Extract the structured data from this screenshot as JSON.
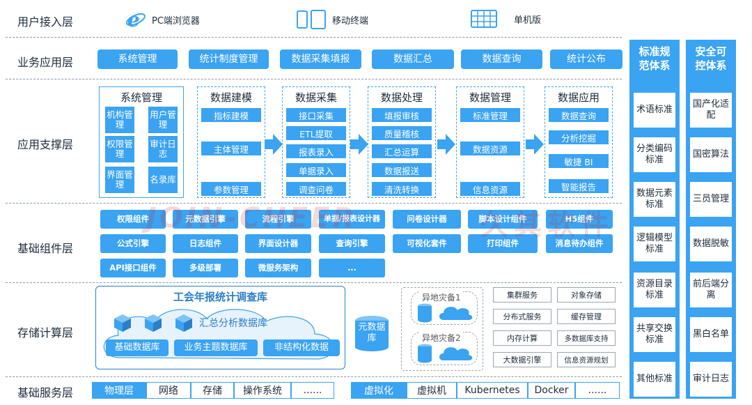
{
  "layers": {
    "access": "用户接入层",
    "business": "业务应用层",
    "support": "应用支撑层",
    "component": "基础组件层",
    "storage": "存储计算层",
    "base": "基础服务层"
  },
  "access_items": [
    {
      "icon": "ie-browser-icon",
      "label": "PC端浏览器"
    },
    {
      "icon": "mobile-icon",
      "label": "移动终端"
    },
    {
      "icon": "keyboard-icon",
      "label": "单机版"
    }
  ],
  "business_apps": [
    "系统管理",
    "统计制度管理",
    "数据采集填报",
    "数据汇总",
    "数据查询",
    "统计公布"
  ],
  "support": {
    "system": {
      "title": "系统管理",
      "cells": [
        "机构管理",
        "用户管理",
        "权限管理",
        "审计日志",
        "界面管理",
        "名录库"
      ]
    },
    "columns": [
      {
        "title": "数据建模",
        "items": [
          "指标建模",
          "主体管理",
          "参数管理"
        ]
      },
      {
        "title": "数据采集",
        "items": [
          "接口采集",
          "ETL提取",
          "报表录入",
          "单据录入",
          "调查问卷"
        ]
      },
      {
        "title": "数据处理",
        "items": [
          "填报审核",
          "质量稽核",
          "汇总运算",
          "数据报送",
          "清洗转换"
        ]
      },
      {
        "title": "数据管理",
        "items": [
          "标准管理",
          "数据资源",
          "信息资源"
        ]
      },
      {
        "title": "数据应用",
        "items": [
          "数据查询",
          "分析挖掘",
          "敏捷 BI",
          "智能报告"
        ]
      }
    ]
  },
  "components": {
    "row1": [
      "权限组件",
      "元数据引擎",
      "流程引擎",
      "单据/报表设计器",
      "问卷设计器",
      "脚本设计组件",
      "H5组件"
    ],
    "row2": [
      "公式引擎",
      "日志组件",
      "界面设计器",
      "查询引擎",
      "可视化套件",
      "打印组件",
      "消息待办组件"
    ],
    "row3": [
      "API接口组件",
      "多级部署",
      "微服务架构",
      "..."
    ]
  },
  "watermark": {
    "en": "JOIN-CHEER",
    "cn": "久其软件"
  },
  "storage": {
    "main_title": "工会年报统计调查库",
    "summary_db": "汇总分析数据库",
    "sub_dbs": [
      "基础数据库",
      "业务主题数据库",
      "非结构化数据"
    ],
    "metadata_db": "元数据库",
    "backups": [
      "异地灾备1",
      "异地灾备2"
    ],
    "services": [
      "集群服务",
      "对象存储",
      "分布式服务",
      "缓存管理",
      "内存计算",
      "多数据库支持",
      "大数据引擎",
      "信息资源规划"
    ]
  },
  "base_services": {
    "left": [
      "物理层",
      "网络",
      "存储",
      "操作系统",
      "......"
    ],
    "right": [
      "虚拟化",
      "虚拟机",
      "Kubernetes",
      "Docker",
      "......"
    ]
  },
  "side_columns": [
    {
      "title": "标准规范体系",
      "items": [
        "术语标准",
        "分类编码标准",
        "数据元素标准",
        "逻辑模型标准",
        "资源目录标准",
        "共享交换标准",
        "其他标准"
      ]
    },
    {
      "title": "安全可控体系",
      "items": [
        "国产化适配",
        "国密算法",
        "三员管理",
        "数据脱敏",
        "前后端分离",
        "黑白名单",
        "审计日志"
      ]
    }
  ],
  "colors": {
    "accent": "#3aa3f2",
    "dark_accent": "#2a7fc8"
  }
}
